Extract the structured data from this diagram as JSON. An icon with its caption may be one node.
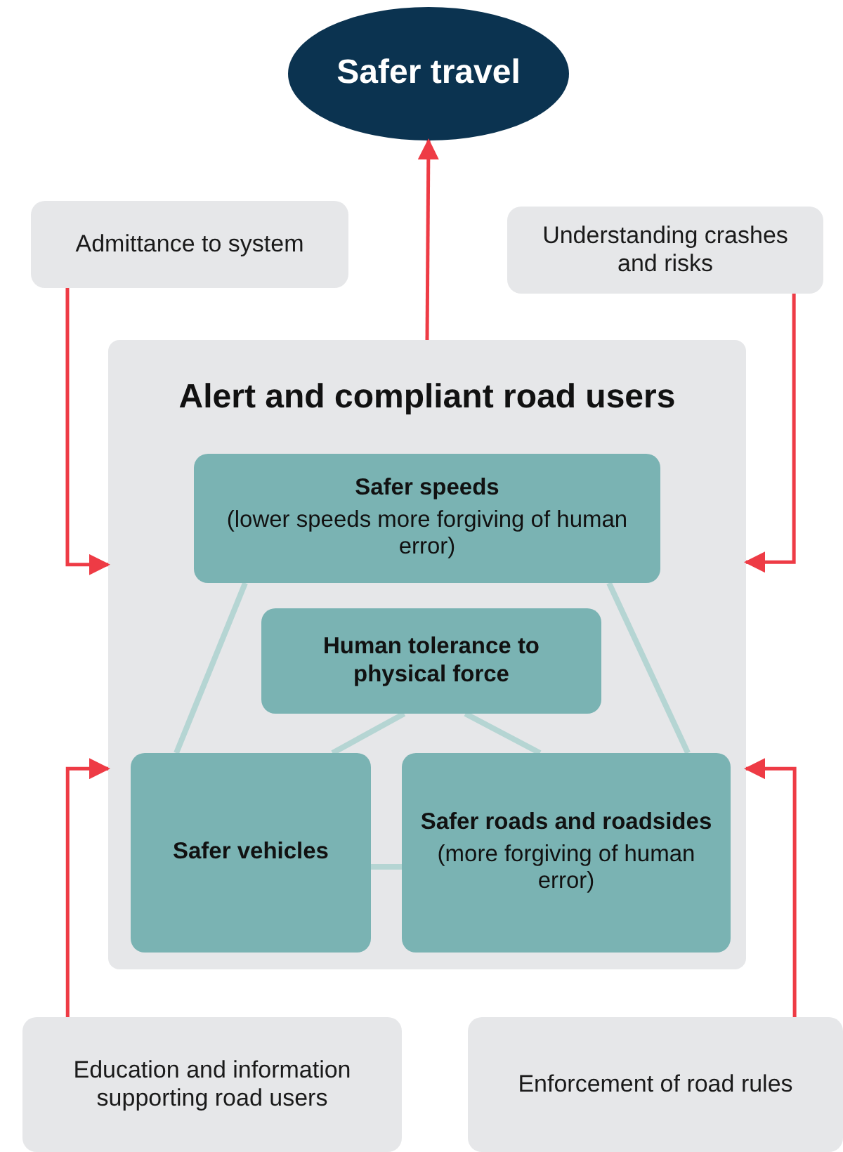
{
  "diagram": {
    "nodes": [
      {
        "text": [
          "Safer travel"
        ]
      },
      {
        "text": [
          "Admittance to system"
        ]
      },
      {
        "text": [
          "Understanding crashes and risks"
        ]
      },
      {
        "text": [
          "Alert and compliant road users"
        ]
      },
      {
        "text": [
          "Safer speeds",
          "(lower speeds more forgiving of human error)"
        ],
        "in": 3
      },
      {
        "text": [
          "Human tolerance to physical force"
        ],
        "in": 3
      },
      {
        "text": [
          "Safer vehicles"
        ],
        "in": 3
      },
      {
        "text": [
          "Safer roads and roadsides",
          "(more forgiving of human error)"
        ],
        "in": 3
      },
      {
        "text": [
          "Education and information supporting road users"
        ]
      },
      {
        "text": [
          "Enforcement of road rules"
        ]
      }
    ],
    "edges": [
      {
        "from": 3,
        "to": 0,
        "arrow": "to",
        "color": "#ee3b45"
      },
      {
        "from": 1,
        "to": 3,
        "arrow": "to",
        "color": "#ee3b45"
      },
      {
        "from": 2,
        "to": 3,
        "arrow": "to",
        "color": "#ee3b45"
      },
      {
        "from": 8,
        "to": 3,
        "arrow": "to",
        "color": "#ee3b45"
      },
      {
        "from": 9,
        "to": 3,
        "arrow": "to",
        "color": "#ee3b45"
      },
      {
        "from": 4,
        "to": 6,
        "arrow": "none",
        "color": "#b5d5d3"
      },
      {
        "from": 4,
        "to": 7,
        "arrow": "none",
        "color": "#b5d5d3"
      },
      {
        "from": 6,
        "to": 7,
        "arrow": "none",
        "color": "#b5d5d3"
      },
      {
        "from": 5,
        "to": 6,
        "arrow": "none",
        "color": "#b5d5d3"
      },
      {
        "from": 5,
        "to": 7,
        "arrow": "none",
        "color": "#b5d5d3"
      }
    ]
  }
}
